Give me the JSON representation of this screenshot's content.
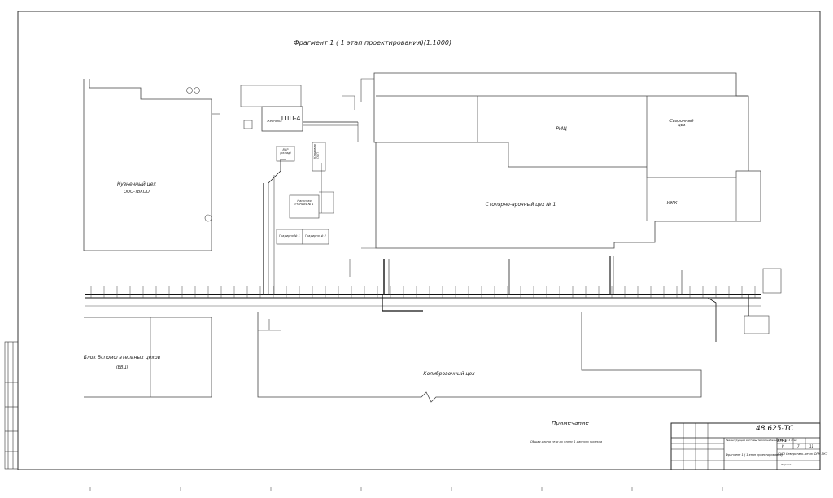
{
  "title": "Фрагмент 1 ( 1 этап проектирования)(1:1000)",
  "buildings": {
    "kuznechny": "Кузнечный цех",
    "kuznechny_sub": "ООО-ТВКОО",
    "tpp": "ТПП-4",
    "zhestyanka": "Жестянка",
    "vsp": "ВСР\n(склад)",
    "kladovaya": "Кладовая\nПСП",
    "nasosnaya": "Насосная\nстанция № 1",
    "gradirnya1": "Градирня № 1",
    "gradirnya2": "Градирня № 2",
    "rmc": "РМЦ",
    "svarochny": "Сварочный\nцех",
    "stolyarno": "Столярно-арочный цех № 1",
    "ugk": "УЭГК",
    "blok": "Блок Вспомогательных цехов",
    "blok_sub": "(БВЦ)",
    "kolibrovochny": "Колибровочный цех"
  },
  "note_heading": "Примечание",
  "note_text": "Общая длина сети по плану 1 данного проекта",
  "title_block": {
    "code": "48.625-ТС",
    "sheet_code": "ЭН-1",
    "project": "Реконструкция системы теплоснабжения цехов 1 этап",
    "drawing": "Фрагмент 1 ( 1 этап проектирования)",
    "org": "ОАО Северсталь-метиз ОГМ ПКС",
    "stage": "Р",
    "sheet": "7",
    "sheets": "11",
    "format": "Формат"
  }
}
